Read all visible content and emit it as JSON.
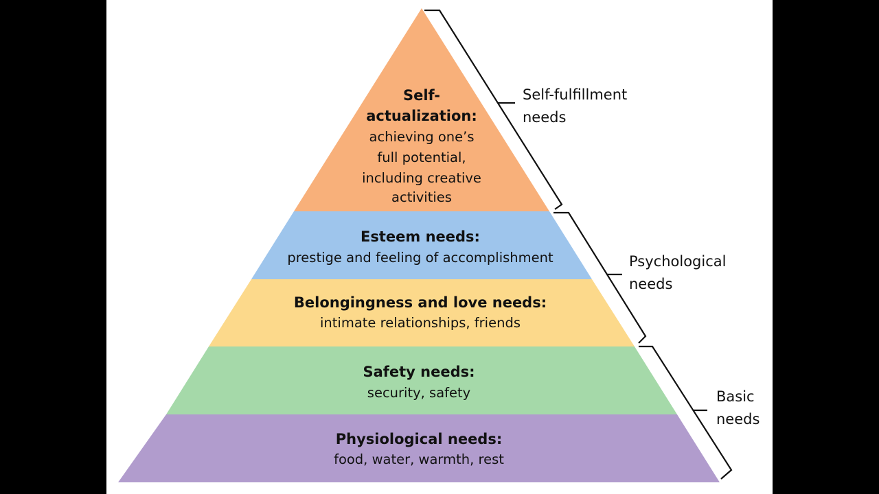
{
  "title": "Maslow's hierarchy of needs",
  "colors": {
    "self_actualization": "#f8b07a",
    "esteem": "#9ec5ec",
    "belongingness": "#fcd98b",
    "safety": "#a5d9a9",
    "physiological": "#b19ccd"
  },
  "levels": {
    "self_actualization": {
      "title_line1": "Self-",
      "title_line2": "actualization:",
      "desc_lines": [
        "achieving one’s",
        "full potential,",
        "including creative",
        "activities"
      ]
    },
    "esteem": {
      "title": "Esteem needs:",
      "desc": "prestige and feeling of accomplishment"
    },
    "belongingness": {
      "title": "Belongingness and love needs:",
      "desc": "intimate relationships, friends"
    },
    "safety": {
      "title": "Safety needs:",
      "desc": "security, safety"
    },
    "physiological": {
      "title": "Physiological needs:",
      "desc": "food, water, warmth, rest"
    }
  },
  "groups": {
    "self_fulfillment": {
      "line1": "Self-fulfillment",
      "line2": "needs"
    },
    "psychological": {
      "line1": "Psychological",
      "line2": "needs"
    },
    "basic": {
      "line1": "Basic",
      "line2": "needs"
    }
  }
}
